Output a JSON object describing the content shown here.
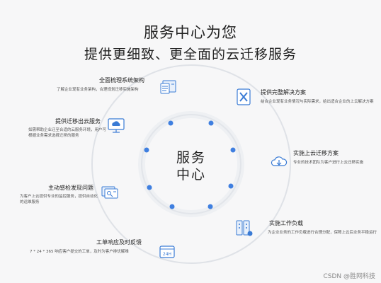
{
  "title": {
    "line1": "服务中心为您",
    "line2": "提供更细致、更全面的云迁移服务"
  },
  "center": {
    "line1": "服务",
    "line2": "中心"
  },
  "items": [
    {
      "title": "全面梳理系统架构",
      "desc": "了解企业现有业务架构，合理规划迁移实施架构",
      "icon": "architecture-icon"
    },
    {
      "title": "提供迁移出云服务",
      "desc": "如需帮助企业迁至合适的云服务环境，用户可根据业务需求选择迁移的服务",
      "icon": "cloud-monitor-icon"
    },
    {
      "title": "主动感检发现问题",
      "desc": "为客户上云提供专业的监控服务，提供自动化的运维服务",
      "icon": "monitor-check-icon"
    },
    {
      "title": "工单响应及时反馈",
      "desc": "7 * 24 * 365 响应客户提交的工单，及时为客户排忧解难",
      "icon": "24h-icon"
    },
    {
      "title": "提供完整解决方案",
      "desc": "结合企业现有业务情况与实际需求，给出适合企业的上云解决方案",
      "icon": "tools-icon"
    },
    {
      "title": "实施上云迁移方案",
      "desc": "专业的技术团队为客户进行上云迁移实施",
      "icon": "cloud-download-icon"
    },
    {
      "title": "实施工作负载",
      "desc": "为企业业务的工作负载进行合理分配，保障上云后业务平稳运行",
      "icon": "servers-icon"
    }
  ],
  "watermark": "CSDN @胜网科技",
  "colors": {
    "accent": "#3a7bd5",
    "ring": "#d9dde3",
    "dot": "#3f7fe0"
  }
}
